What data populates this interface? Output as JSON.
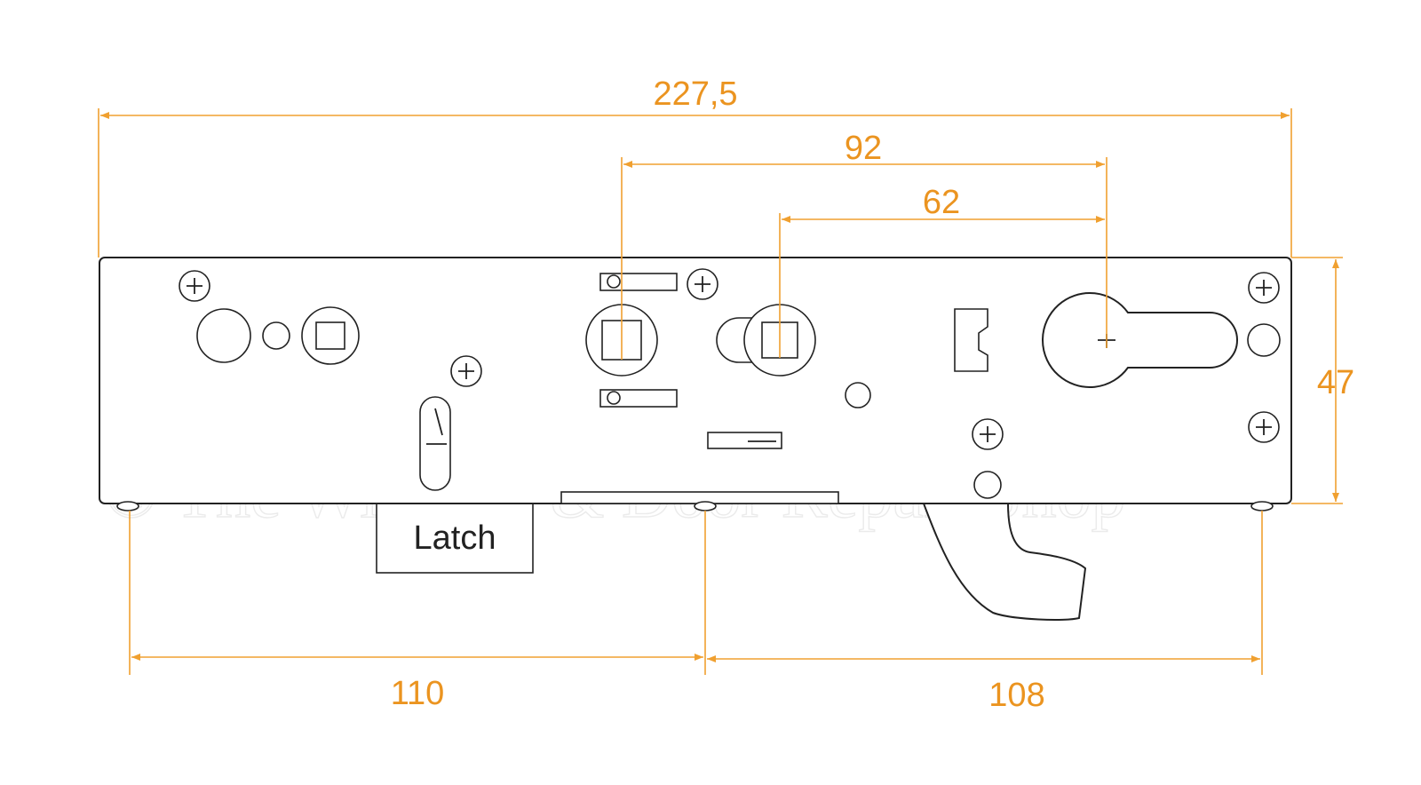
{
  "dimensions": {
    "overall_length": "227,5",
    "spindle_to_cylinder": "92",
    "handle_to_cylinder": "62",
    "faceplate_height": "47",
    "left_to_latch": "110",
    "latch_to_right": "108"
  },
  "labels": {
    "latch": "Latch"
  },
  "watermark": "© The Window & Door Repair Shop",
  "colors": {
    "dimension": "#f0a030",
    "outline": "#222222",
    "watermark": "#ebebeb"
  }
}
